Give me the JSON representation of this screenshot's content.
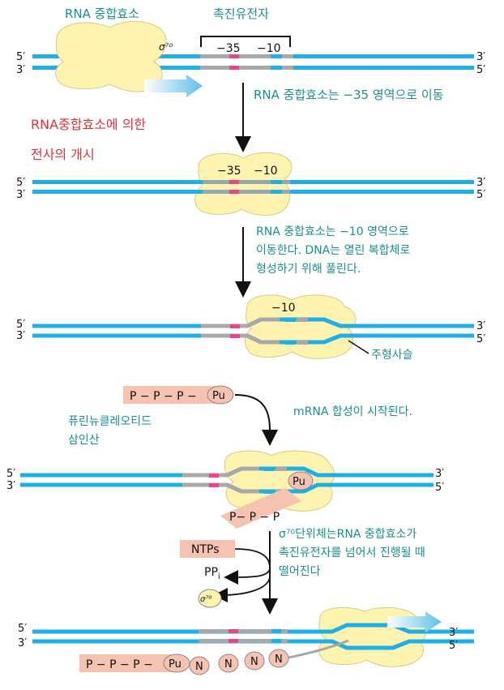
{
  "labels": {
    "rna_polymerase": "RNA 중합효소",
    "promoter": "촉진유전자",
    "sigma": "σ⁷⁰",
    "minus35": "−35",
    "minus10": "−10",
    "end5": "5′",
    "end3": "3′",
    "step1": "RNA 중합효소는 −35 영역으로 이동",
    "initiation_line1": "RNA중합효소에 의한",
    "initiation_line2": "전사의 개시",
    "step2_line1": "RNA 중합효소는 −10 영역으로",
    "step2_line2": "이동한다. DNA는 열린 복합체로",
    "step2_line3": "형성하기 위해 풀린다.",
    "template_strand": "주형사슬",
    "pppu": "P − P − P −",
    "pu": "Pu",
    "step3": "mRNA 합성이 시작된다.",
    "purine_line1": "퓨린뉴클레오티드",
    "purine_line2": "삼인산",
    "ppp_short": "P− P − P",
    "step4_line1": "σ⁷⁰단위체는RNA 중합효소가",
    "step4_line2": "촉진유전자를 넘어서 진행될 때",
    "step4_line3": "떨어진다",
    "ntps": "NTPs",
    "ppi_main": "PP",
    "ppi_sub": "i",
    "n": "N"
  },
  "colors": {
    "dna": "#1eaee8",
    "promoter": "#a8a8a8",
    "minus35": "#e8458c",
    "minus10": "#1eaee8",
    "polymerase": "#fff3b0",
    "polymerase_edge": "#d7c98a",
    "rna_tag": "#f6c3b0",
    "text_teal": "#1a8f8f",
    "text_red": "#e0303a",
    "arrow": "#8fd3f0"
  }
}
